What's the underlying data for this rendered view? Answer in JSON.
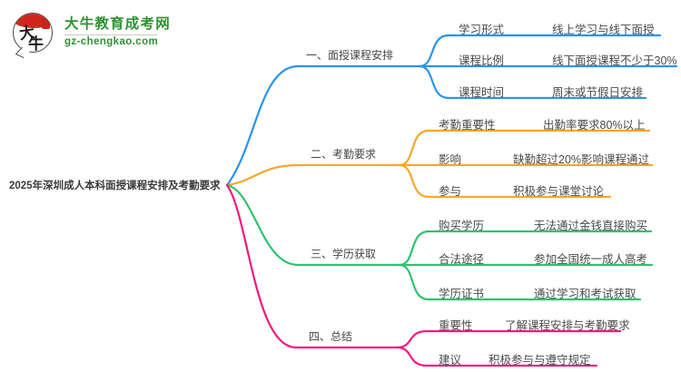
{
  "logo": {
    "site_name": "大牛教育成考网",
    "site_url": "gz-chengkao.com",
    "icon_char_top": "大",
    "icon_char_bottom": "牛",
    "brand_green": "#2e9132",
    "brand_red": "#cf271c"
  },
  "central_topic": "2025年深圳成人本科面授课程安排及考勤要求",
  "branches": [
    {
      "label": "一、面授课程安排",
      "color": "#2b93f0",
      "rows": [
        {
          "label": "学习形式",
          "value": "线上学习与线下面授"
        },
        {
          "label": "课程比例",
          "value": "线下面授课程不少于30%"
        },
        {
          "label": "课程时间",
          "value": "周末或节假日安排"
        }
      ]
    },
    {
      "label": "二、考勤要求",
      "color": "#f7a62a",
      "rows": [
        {
          "label": "考勤重要性",
          "value": "出勤率要求80%以上"
        },
        {
          "label": "影响",
          "value": "缺勤超过20%影响课程通过"
        },
        {
          "label": "参与",
          "value": "积极参与课堂讨论"
        }
      ]
    },
    {
      "label": "三、学历获取",
      "color": "#2ec36f",
      "rows": [
        {
          "label": "购买学历",
          "value": "无法通过金钱直接购买"
        },
        {
          "label": "合法途径",
          "value": "参加全国统一成人高考"
        },
        {
          "label": "学历证书",
          "value": "通过学习和考试获取"
        }
      ]
    },
    {
      "label": "四、总结",
      "color": "#f2197d",
      "rows": [
        {
          "label": "重要性",
          "value": "了解课程安排与考勤要求"
        },
        {
          "label": "建议",
          "value": "积极参与与遵守规定"
        }
      ]
    }
  ]
}
